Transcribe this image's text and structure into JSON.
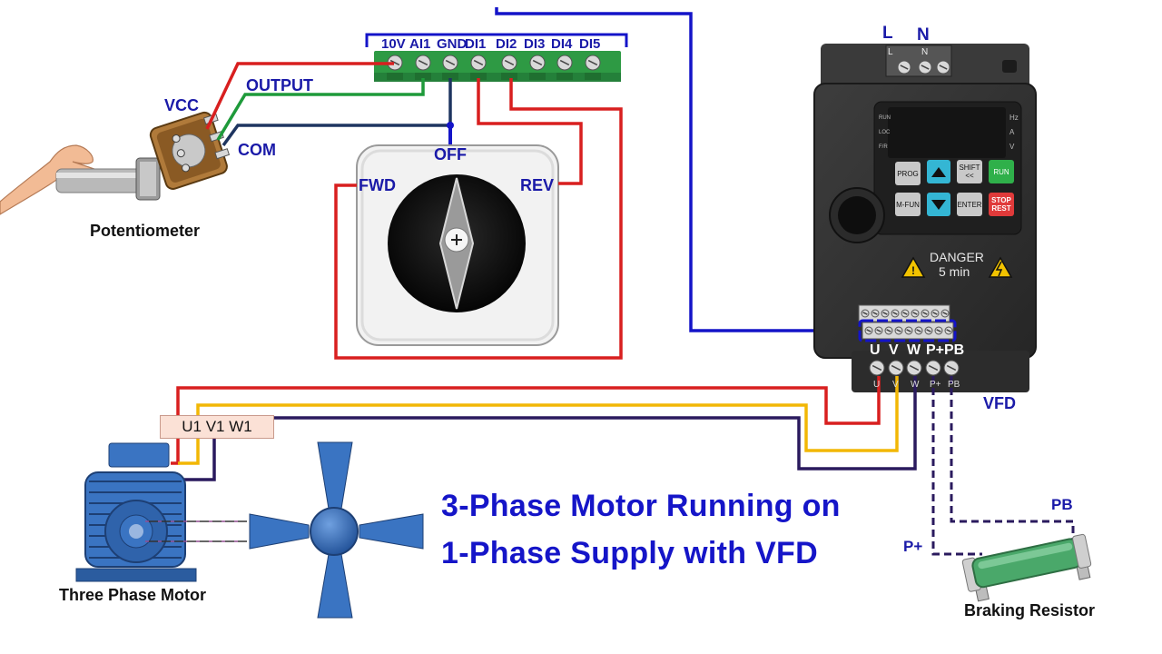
{
  "title": {
    "line1": "3-Phase Motor Running on",
    "line2": "1-Phase Supply with VFD"
  },
  "control_terminals": [
    "10V",
    "AI1",
    "GND",
    "DI1",
    "DI2",
    "DI3",
    "DI4",
    "DI5"
  ],
  "power_input": {
    "l_label": "L",
    "n_label": "N",
    "plate_l": "L",
    "plate_n": "N"
  },
  "output_terminals": [
    "U",
    "V",
    "W",
    "P+",
    "PB"
  ],
  "output_plate": [
    "U",
    "V",
    "W",
    "P+",
    "PB"
  ],
  "potentiometer": {
    "label": "Potentiometer",
    "pins": {
      "vcc": "VCC",
      "output": "OUTPUT",
      "com": "COM"
    }
  },
  "selector_switch": {
    "off": "OFF",
    "fwd": "FWD",
    "rev": "REV"
  },
  "vfd": {
    "label": "VFD",
    "keypad": {
      "prog": "PROG",
      "shift": "SHIFT\n<<",
      "run": "RUN",
      "mfun": "M-FUN",
      "enter": "ENTER",
      "stop": "STOP\nREST"
    },
    "indicators_left": [
      "RUN",
      "LOC",
      "F/R"
    ],
    "indicators_right": [
      "Hz",
      "A",
      "V"
    ],
    "warning": {
      "line1": "DANGER",
      "line2": "5 min"
    }
  },
  "motor": {
    "label": "Three Phase Motor",
    "terminal_box": "U1  V1 W1"
  },
  "braking_resistor": {
    "label": "Braking Resistor",
    "p_plus": "P+",
    "pb": "PB"
  },
  "colors": {
    "wire_red": "#d81f1f",
    "wire_green": "#1e9a3a",
    "wire_navy": "#1e3560",
    "wire_blue": "#1414c8",
    "wire_yellow": "#f2b705",
    "wire_purple": "#2a1a5e",
    "title_blue": "#1515c8",
    "terminal_green": "#2e9a44",
    "motor_blue": "#3a74c2",
    "resistor_green": "#4aa86a"
  }
}
